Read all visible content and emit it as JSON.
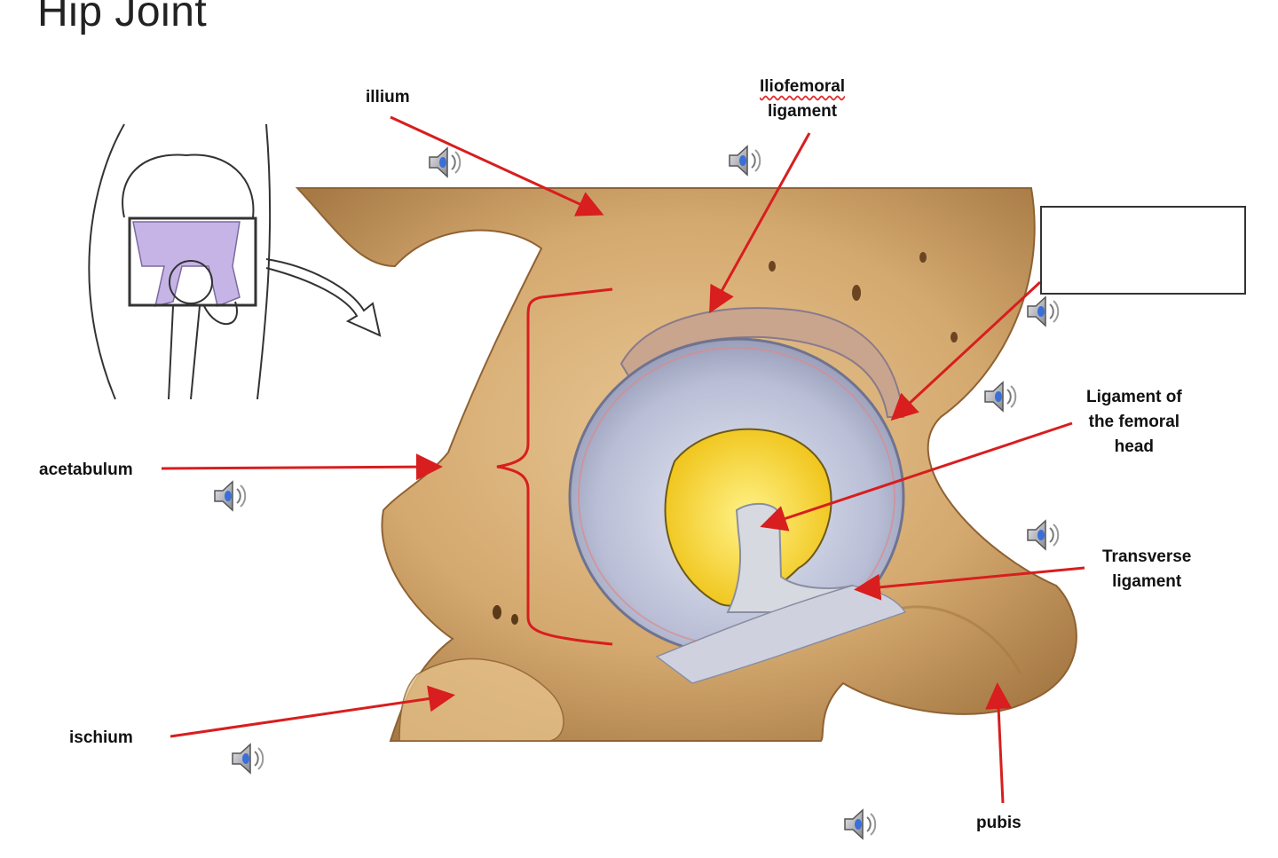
{
  "title": "Hip Joint",
  "labels": {
    "illium": "illium",
    "iliofemoral_line1": "Iliofemoral",
    "iliofemoral_line2": "ligament",
    "acetabulum": "acetabulum",
    "ligament_femoral_line1": "Ligament of",
    "ligament_femoral_line2": "the femoral",
    "ligament_femoral_line3": "head",
    "transverse_line1": "Transverse",
    "transverse_line2": "ligament",
    "ischium": "ischium",
    "pubis": "pubis"
  },
  "icons": {
    "audio": "speaker-icon",
    "blank_answer": "empty-label-box"
  },
  "colors": {
    "bone": "#d9b27c",
    "bone_shadow": "#a77a45",
    "cartilage": "#b9bed6",
    "fat_pad": "#f2cf2e",
    "arrow": "#d81e1e",
    "inset_highlight": "#c6b4e6"
  }
}
